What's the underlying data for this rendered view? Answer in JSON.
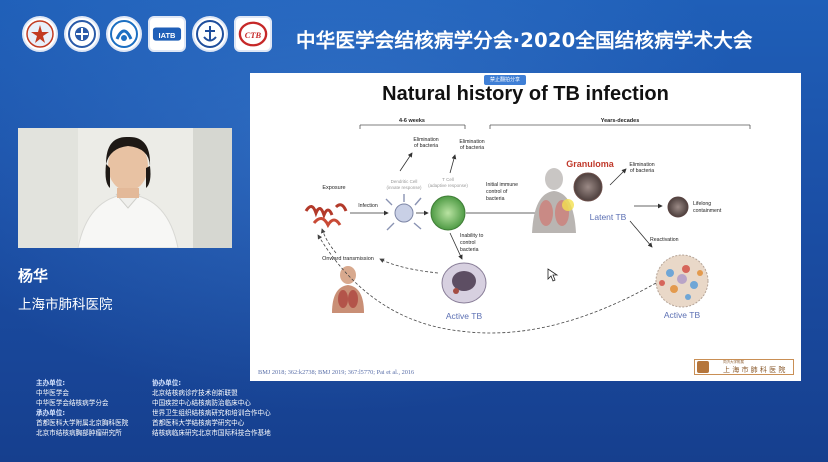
{
  "header": {
    "title": "中华医学会结核病学分会·2020全国结核病学术大会",
    "logos": [
      {
        "name": "cma-logo"
      },
      {
        "name": "tb-branch-logo"
      },
      {
        "name": "cdc-logo"
      },
      {
        "name": "iatb-logo",
        "text": "IATB"
      },
      {
        "name": "anchor-logo"
      },
      {
        "name": "ctb-logo",
        "text": "CTB"
      }
    ]
  },
  "speaker": {
    "name": "杨华",
    "organization": "上海市肺科医院"
  },
  "slide": {
    "tag": "禁止翻拍分享",
    "title": "Natural history of TB infection",
    "timeline": {
      "weeks": "4-6 weeks",
      "years": "Years-decades"
    },
    "labels": {
      "exposure": "Exposure",
      "infection": "Infection",
      "elim1": [
        "Elimination",
        "of bacteria"
      ],
      "elim2": [
        "Elimination",
        "of bacteria"
      ],
      "elim3": [
        "Elimination",
        "of bacteria"
      ],
      "dendritic": [
        "Dendritic Cell",
        "(innate response)"
      ],
      "tcell": [
        "T Cell",
        "(adaptive response)"
      ],
      "initial": [
        "Initial immune",
        "control of",
        "bacteria"
      ],
      "granuloma": "Granuloma",
      "latent": "Latent TB",
      "lifelong": [
        "Lifelong",
        "containment"
      ],
      "reactivation": "Reactivation",
      "inability": [
        "Inability to",
        "control",
        "bacteria"
      ],
      "onward": "Onward transmission",
      "active1": "Active TB",
      "active2": "Active TB"
    },
    "citation": "BMJ 2018; 362:k2738; BMJ 2019; 367:l5770; Pai et al., 2016",
    "hospital_logo": {
      "sub": "同济大学附属",
      "name": "上 海 市 肺 科 医 院"
    }
  },
  "footer": {
    "col1": [
      {
        "text": "主办单位:",
        "head": true
      },
      {
        "text": "中华医学会"
      },
      {
        "text": "中华医学会结核病学分会"
      },
      {
        "text": "承办单位:",
        "head": true
      },
      {
        "text": "首都医科大学附属北京胸科医院"
      },
      {
        "text": "北京市结核病胸部肿瘤研究所"
      }
    ],
    "col2": [
      {
        "text": "协办单位:",
        "head": true
      },
      {
        "text": "北京结核病诊疗技术创新联盟"
      },
      {
        "text": "中国疾控中心结核病防治临床中心"
      },
      {
        "text": "世界卫生组织结核病研究和培训合作中心"
      },
      {
        "text": "首都医科大学结核病学研究中心"
      },
      {
        "text": "结核病临床研究北京市国际科技合作基地"
      }
    ]
  },
  "colors": {
    "bg_top": "#1f5fb8",
    "bg_bottom": "#163f8e",
    "active_tb": "#5b6fb3",
    "latent_tb": "#5b6fb3",
    "granuloma": "#c0392b"
  }
}
